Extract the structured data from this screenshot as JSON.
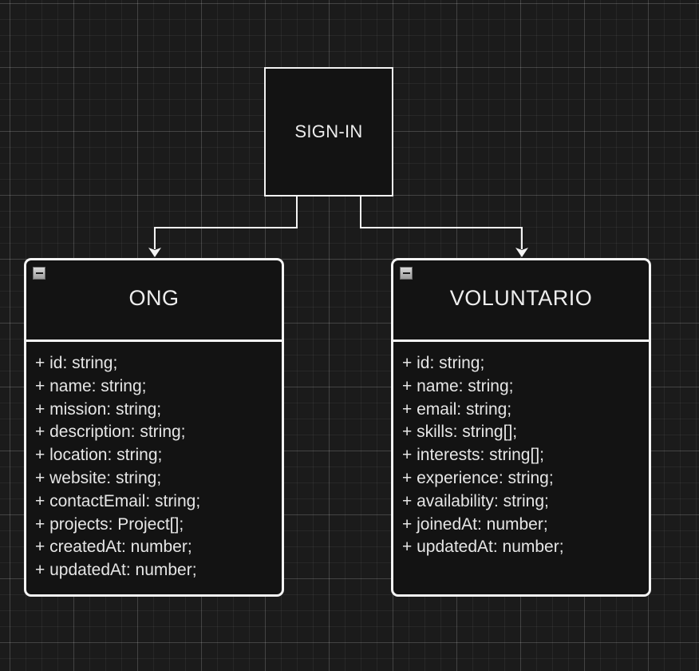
{
  "diagram": {
    "signin": {
      "label": "SIGN-IN"
    },
    "classes": [
      {
        "name": "ONG",
        "attributes": [
          "+ id: string;",
          "+ name: string;",
          "+ mission: string;",
          "+ description: string;",
          "+ location: string;",
          "+ website: string;",
          "+ contactEmail: string;",
          "+ projects: Project[];",
          "+ createdAt: number;",
          "+ updatedAt: number;"
        ]
      },
      {
        "name": "VOLUNTARIO",
        "attributes": [
          "+ id: string;",
          "+ name: string;",
          "+ email: string;",
          "+ skills: string[];",
          "+ interests: string[];",
          "+ experience: string;",
          "+ availability: string;",
          "+ joinedAt: number;",
          "+ updatedAt: number;"
        ]
      }
    ],
    "edges": [
      {
        "from": "SIGN-IN",
        "to": "ONG"
      },
      {
        "from": "SIGN-IN",
        "to": "VOLUNTARIO"
      }
    ],
    "colors": {
      "background": "#1b1b1b",
      "stroke": "#f4f4f4",
      "fill": "#131313",
      "text": "#ececec"
    }
  }
}
